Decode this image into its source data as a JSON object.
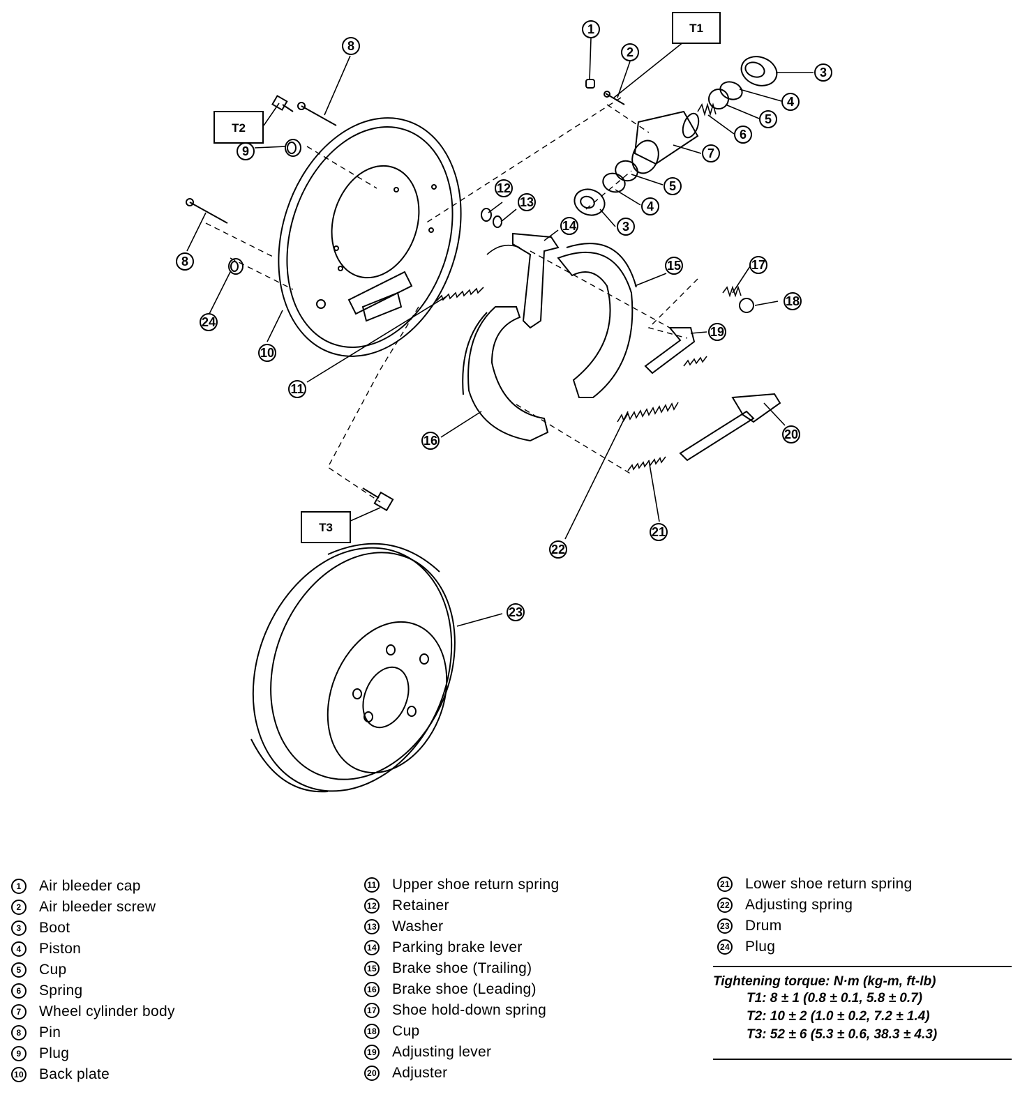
{
  "callouts": {
    "c1": "1",
    "c2": "2",
    "c3a": "3",
    "c3b": "3",
    "c4a": "4",
    "c4b": "4",
    "c5a": "5",
    "c5b": "5",
    "c6": "6",
    "c7": "7",
    "c8a": "8",
    "c8b": "8",
    "c9": "9",
    "c10": "10",
    "c11": "11",
    "c12": "12",
    "c13": "13",
    "c14": "14",
    "c15": "15",
    "c16": "16",
    "c17": "17",
    "c18": "18",
    "c19": "19",
    "c20": "20",
    "c21": "21",
    "c22": "22",
    "c23": "23",
    "c24": "24"
  },
  "torque_boxes": {
    "t1": "T1",
    "t2": "T2",
    "t3": "T3"
  },
  "legend": {
    "col1": [
      {
        "num": "1",
        "label": "Air bleeder cap"
      },
      {
        "num": "2",
        "label": "Air bleeder screw"
      },
      {
        "num": "3",
        "label": "Boot"
      },
      {
        "num": "4",
        "label": "Piston"
      },
      {
        "num": "5",
        "label": "Cup"
      },
      {
        "num": "6",
        "label": "Spring"
      },
      {
        "num": "7",
        "label": "Wheel cylinder body"
      },
      {
        "num": "8",
        "label": "Pin"
      },
      {
        "num": "9",
        "label": "Plug"
      },
      {
        "num": "10",
        "label": "Back plate"
      }
    ],
    "col2": [
      {
        "num": "11",
        "label": "Upper shoe return spring"
      },
      {
        "num": "12",
        "label": "Retainer"
      },
      {
        "num": "13",
        "label": "Washer"
      },
      {
        "num": "14",
        "label": "Parking brake lever"
      },
      {
        "num": "15",
        "label": "Brake shoe (Trailing)"
      },
      {
        "num": "16",
        "label": "Brake shoe (Leading)"
      },
      {
        "num": "17",
        "label": "Shoe hold-down spring"
      },
      {
        "num": "18",
        "label": "Cup"
      },
      {
        "num": "19",
        "label": "Adjusting lever"
      },
      {
        "num": "20",
        "label": "Adjuster"
      }
    ],
    "col3": [
      {
        "num": "21",
        "label": "Lower shoe return spring"
      },
      {
        "num": "22",
        "label": "Adjusting spring"
      },
      {
        "num": "23",
        "label": "Drum"
      },
      {
        "num": "24",
        "label": "Plug"
      }
    ]
  },
  "torque": {
    "title": "Tightening torque: N·m (kg-m, ft-lb)",
    "t1": "T1: 8 ± 1 (0.8 ± 0.1, 5.8 ± 0.7)",
    "t2": "T2: 10 ± 2 (1.0 ± 0.2, 7.2 ± 1.4)",
    "t3": "T3: 52 ± 6 (5.3 ± 0.6, 38.3 ± 4.3)"
  }
}
